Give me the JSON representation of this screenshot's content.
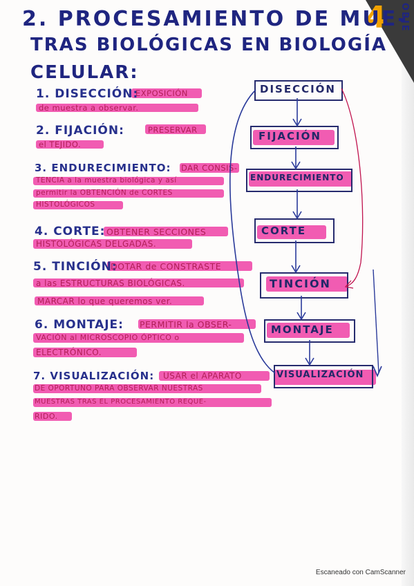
{
  "title": {
    "line1": "2. PROCESAMIENTO DE MUE-",
    "line2": "TRAS BIOLÓGICAS EN BIOLOGÍA",
    "line3": "CELULAR:"
  },
  "corner": {
    "side_text": "OBJE",
    "orange_mark": "4"
  },
  "steps": [
    {
      "head": "1. DISECCIÓN:",
      "desc": [
        "EXPOSICIÓN",
        "de muestra a observar."
      ]
    },
    {
      "head": "2. FIJACIÓN:",
      "desc": [
        "PRESERVAR",
        "el TEJIDO."
      ]
    },
    {
      "head": "3. ENDURECIMIENTO:",
      "desc": [
        "DAR CONSIS-",
        "TENCIA a la muestra biológica y así",
        "permitir la OBTENCIÓN de CORTES",
        "HISTOLÓGICOS"
      ]
    },
    {
      "head": "4. CORTE:",
      "desc": [
        "OBTENER SECCIONES",
        "HISTOLÓGICAS DELGADAS."
      ]
    },
    {
      "head": "5. TINCIÓN:",
      "desc": [
        "DOTAR de CONSTRASTE",
        "a las ESTRUCTURAS BIOLÓGICAS.",
        "MARCAR lo que queremos ver."
      ]
    },
    {
      "head": "6. MONTAJE:",
      "desc": [
        "PERMITIR la OBSER-",
        "VACIÓN al MICROSCOPIO ÓPTICO o",
        "ELECTRÓNICO."
      ]
    },
    {
      "head": "7. VISUALIZACIÓN:",
      "desc": [
        "USAR el APARATO",
        "DE OPORTUNO PARA OBSERVAR NUESTRAS",
        "MUESTRAS TRAS EL PROCESAMIENTO REQUE-",
        "RIDO."
      ]
    }
  ],
  "flow": [
    "DISECCIÓN",
    "FIJACIÓN",
    "ENDURECIMIENTO",
    "CORTE",
    "TINCIÓN",
    "MONTAJE",
    "VISUALIZACIÓN"
  ],
  "footer": "Escaneado con CamScanner",
  "colors": {
    "ink": "#1f2580",
    "highlighter": "#eb1e96",
    "accent": "#f2a200"
  }
}
